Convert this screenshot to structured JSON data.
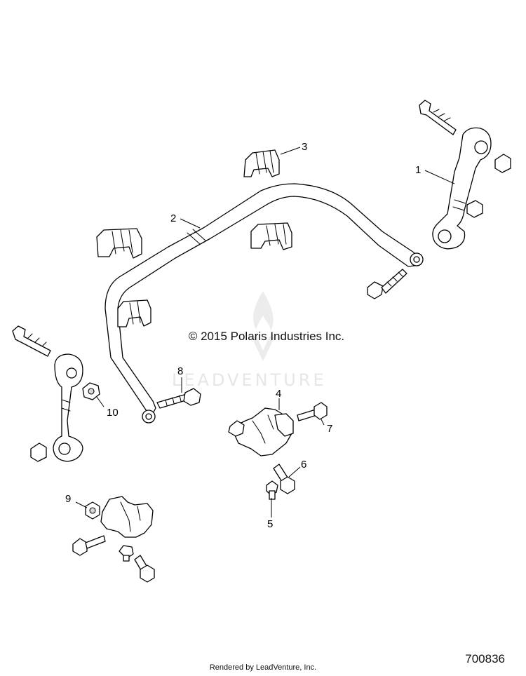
{
  "callouts": {
    "c1": "1",
    "c2": "2",
    "c3": "3",
    "c4": "4",
    "c5": "5",
    "c6": "6",
    "c7": "7",
    "c8": "8",
    "c9": "9",
    "c10": "10"
  },
  "copyright": "© 2015 Polaris Industries Inc.",
  "watermark": "LEADVENTURE",
  "footer": "Rendered by LeadVenture, Inc.",
  "diagram_id": "700836"
}
